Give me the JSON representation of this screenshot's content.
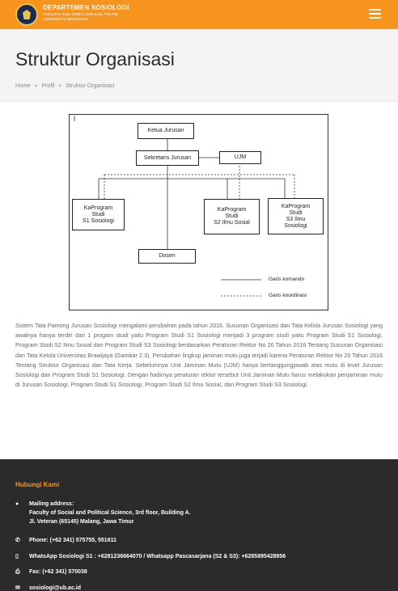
{
  "header": {
    "brand_title": "DEPARTEMEN SOSIOLOGI",
    "brand_line1": "FAKULTAS ILMU SOSIAL DAN ILMU POLITIK",
    "brand_line2": "UNIVERSITAS BRAWIJAYA",
    "menu_icon": "hamburger-menu-icon"
  },
  "page": {
    "title": "Struktur Organisasi",
    "breadcrumb": [
      "Home",
      "»",
      "Profil",
      "»",
      "Struktur Organisasi"
    ]
  },
  "org_chart": {
    "ketua": "Ketua Jurusan",
    "sekretaris": "Sekretaris Jurusan",
    "ujm": "UJM",
    "kaprogram_s1": [
      "KaProgram",
      "Studi",
      "S1 Sosiologi"
    ],
    "kaprogram_s2": [
      "KaProgram",
      "Studi",
      "S2 Ilmu Sosial"
    ],
    "kaprogram_s3": [
      "KaProgram",
      "Studi",
      "S3 Ilmu",
      "Sosiologi"
    ],
    "dosen": "Dosen",
    "legend_komando": "Garis komando",
    "legend_koordinasi": "Garis koordinasi"
  },
  "body": {
    "paragraph": "Sistem Tata Pamong Jurusan Sosiologi mengalami perubahan pada tahun 2016. Susunan Organisasi dan Tata Kelola Jurusan Sosiologi yang awalnya hanya terdiri dari 1 progam studi yaitu Program Studi S1 Sosiologi menjadi 3 program studi yaitu Program Studi S1 Sosiologi, Program Studi S2 Ilmu Sosial dan Program Studi S3 Sosiologi berdasarkan Peraturan Rektor No 20 Tahun 2016 Tentang Susunan Organisasi dan Tata Kelola Universitas Brawijaya (Gambar 2.3). Perubahan lingkup jaminan mutu juga terjadi karena Peraturan Rektor No 20 Tahun 2016 Tentang Struktur Organisasi dan Tata Kerja. Sebelumnya Unit Jaminan Mutu (UJM) hanya bertanggungjawab atas mutu di level Jurusan Sosiologi dan Program Studi S1 Sosiologi. Dengan hadirnya peraturan rektor tersebut Unit Jaminan Mutu harus melakukan penjaminan mutu di Jurusan Sosiologi, Program Studi S1 Sosiologi, Program Studi S2 Ilmu Sosial, dan Program Studi S3 Sosiologi."
  },
  "footer": {
    "heading": "Hubungi Kami",
    "address_label": "Mailing address:",
    "address_line1": "Faculty of Social and Political Science, 3rd floor, Building A.",
    "address_line2": "Jl. Veteran (65145) Malang, Jawa Timur",
    "phone": "Phone: (+62 341) 575755, 551611",
    "whatsapp": "WhatsApp Sosiologi S1 : +6281236664070 / Whatsapp Pascasarjana (S2 & S3): +6285895428956",
    "fax": "Fax: (+62 341) 570038",
    "email": "sosiologi@ub.ac.id",
    "icons": [
      "map-pin-icon",
      "phone-icon",
      "mobile-icon",
      "fax-icon",
      "envelope-icon"
    ]
  }
}
